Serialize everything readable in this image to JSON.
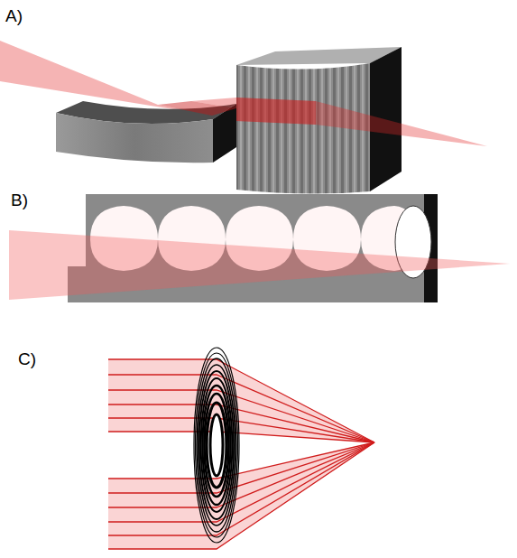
{
  "diagram": {
    "labels": [
      "A)",
      "B)",
      "C)"
    ]
  }
}
